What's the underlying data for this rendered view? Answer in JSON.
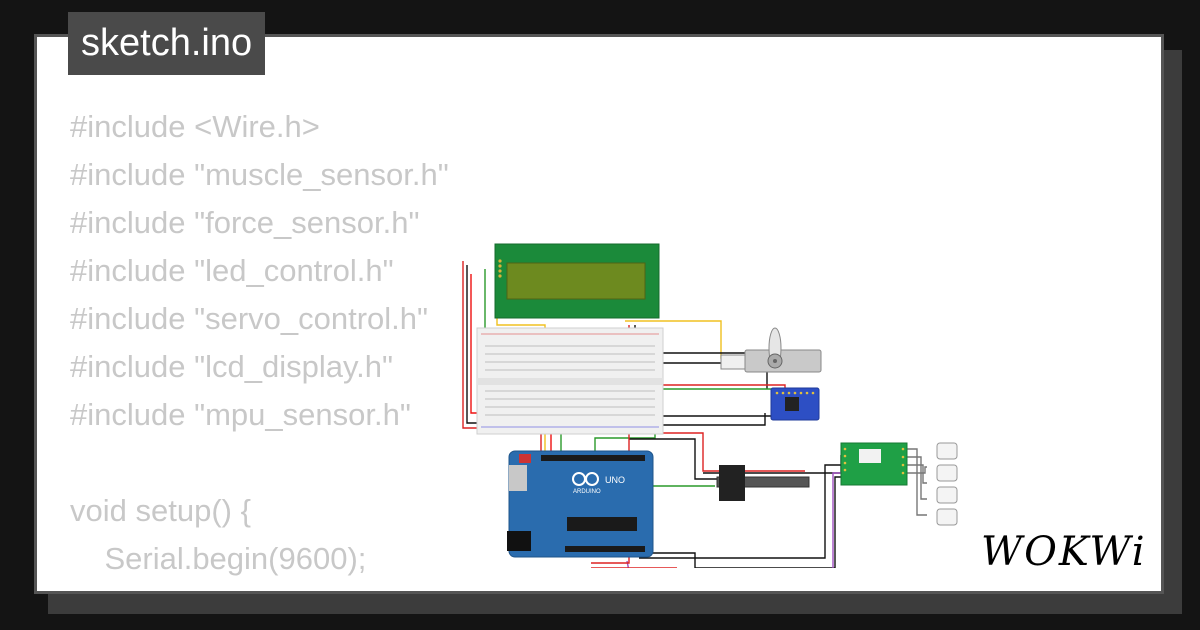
{
  "file_tab": {
    "label": "sketch.ino"
  },
  "code_lines": [
    "#include <Wire.h>",
    "#include \"muscle_sensor.h\"",
    "#include \"force_sensor.h\"",
    "#include \"led_control.h\"",
    "#include \"servo_control.h\"",
    "#include \"lcd_display.h\"",
    "#include \"mpu_sensor.h\"",
    "",
    "void setup() {",
    "    Serial.begin(9600);"
  ],
  "arduino": {
    "brand": "ARDUINO",
    "model": "UNO"
  },
  "logo": {
    "text": "WOKWi"
  },
  "colors": {
    "background": "#141414",
    "card": "#ffffff",
    "tab": "#4a4a4a",
    "code_text": "#c8c8c8",
    "lcd_board": "#1b8a3a",
    "lcd_screen": "#6d8a1f",
    "arduino_board": "#2a6cae",
    "mpu_board": "#2d4fc4",
    "hx711_board": "#1fa046"
  },
  "icons": [
    "lcd-display-icon",
    "breadboard-icon",
    "arduino-uno-icon",
    "servo-motor-icon",
    "mpu-sensor-icon",
    "slide-potentiometer-icon",
    "load-cell-amplifier-icon",
    "load-cell-icon",
    "wokwi-logo-icon"
  ]
}
